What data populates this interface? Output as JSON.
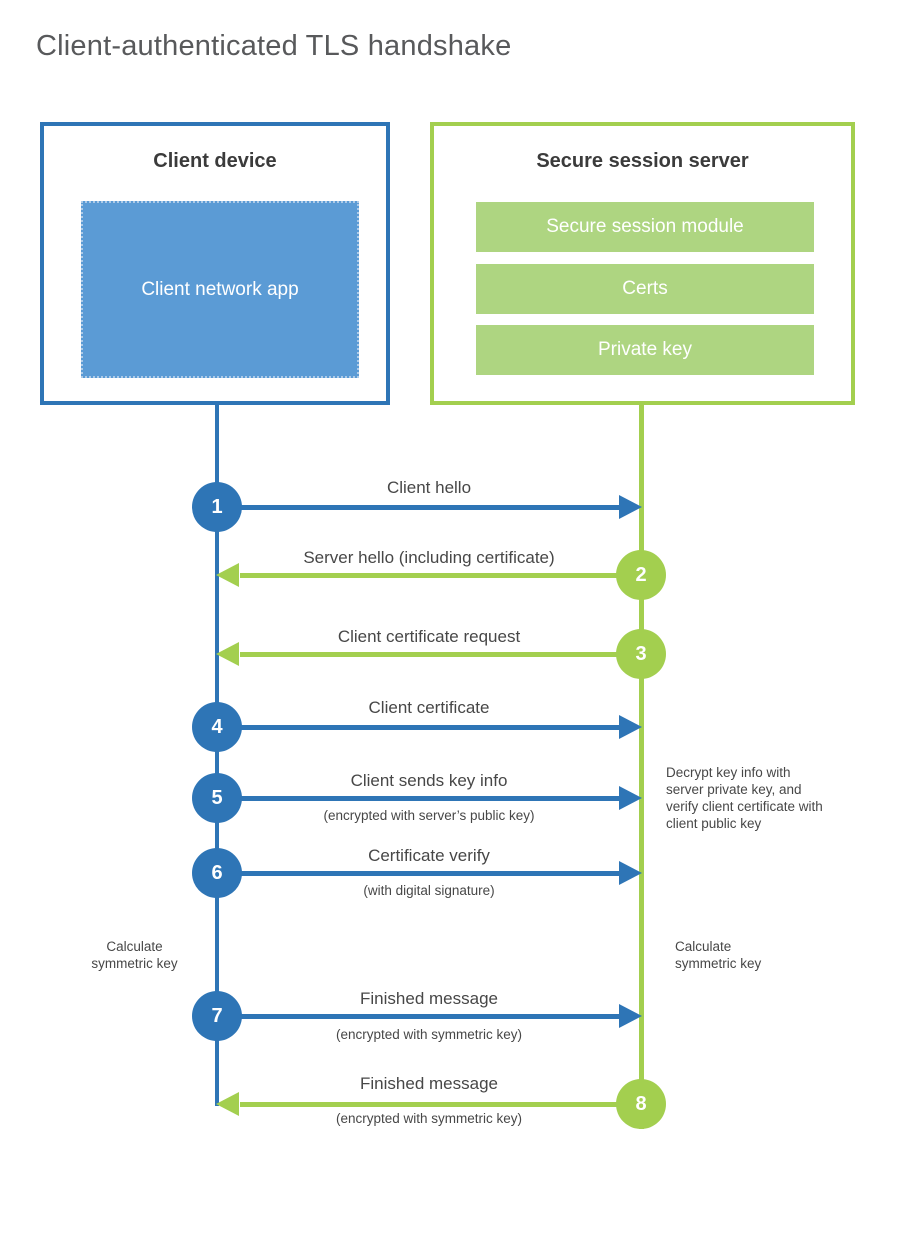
{
  "title": "Client-authenticated TLS handshake",
  "colors": {
    "client_accent": "#2e75b6",
    "client_fill": "#5b9bd5",
    "server_accent": "#a3cf4f",
    "server_fill": "#aed581",
    "text": "#474747"
  },
  "client_box": {
    "title": "Client device",
    "app_label": "Client network app"
  },
  "server_box": {
    "title": "Secure session server",
    "modules": [
      "Secure session module",
      "Certs",
      "Private key"
    ]
  },
  "messages": [
    {
      "step": "1",
      "label": "Client hello",
      "direction": "client-to-server",
      "color": "blue"
    },
    {
      "step": "2",
      "label": "Server hello (including certificate)",
      "direction": "server-to-client",
      "color": "green"
    },
    {
      "step": "3",
      "label": "Client certificate request",
      "direction": "server-to-client",
      "color": "green"
    },
    {
      "step": "4",
      "label": "Client certificate",
      "direction": "client-to-server",
      "color": "blue"
    },
    {
      "step": "5",
      "label": "Client sends key info",
      "sub": "(encrypted with server’s public key)",
      "direction": "client-to-server",
      "color": "blue"
    },
    {
      "step": "6",
      "label": "Certificate verify",
      "sub": "(with digital signature)",
      "direction": "client-to-server",
      "color": "blue"
    },
    {
      "step": "7",
      "label": "Finished message",
      "sub": "(encrypted with symmetric key)",
      "direction": "client-to-server",
      "color": "blue"
    },
    {
      "step": "8",
      "label": "Finished message",
      "sub": "(encrypted with symmetric key)",
      "direction": "server-to-client",
      "color": "green"
    }
  ],
  "annotations": {
    "decrypt_note": "Decrypt key info with server private key, and verify client certificate with client public key",
    "calc_symmetric_left": "Calculate symmetric key",
    "calc_symmetric_right": "Calculate symmetric key"
  }
}
